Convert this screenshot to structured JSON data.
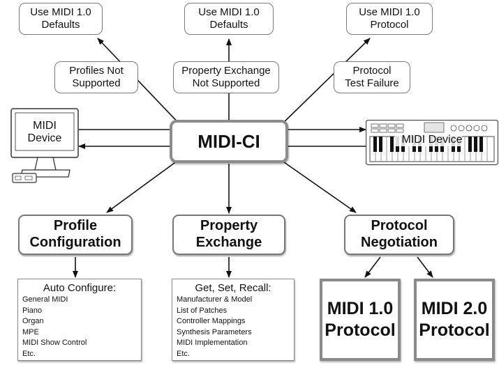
{
  "top_boxes": [
    {
      "text": "Use MIDI 1.0\nDefaults"
    },
    {
      "text": "Use MIDI 1.0\nDefaults"
    },
    {
      "text": "Use MIDI 1.0\nProtocol"
    }
  ],
  "condition_boxes": [
    {
      "text": "Profiles Not\nSupported"
    },
    {
      "text": "Property Exchange\nNot Supported"
    },
    {
      "text": "Protocol\nTest Failure"
    }
  ],
  "center": {
    "text": "MIDI-CI"
  },
  "left_device": {
    "text": "MIDI\nDevice",
    "icon": "computer-icon"
  },
  "right_device": {
    "text": "MIDI Device",
    "icon": "keyboard-icon"
  },
  "middle_boxes": [
    {
      "text": "Profile\nConfiguration"
    },
    {
      "text": "Property\nExchange"
    },
    {
      "text": "Protocol\nNegotiation"
    }
  ],
  "profile_list": {
    "title": "Auto Configure:",
    "items": [
      "General MIDI",
      "Piano",
      "Organ",
      "MPE",
      "MIDI Show Control",
      "Etc."
    ]
  },
  "property_list": {
    "title": "Get, Set, Recall:",
    "items": [
      "Manufacturer & Model",
      "List of Patches",
      "Controller Mappings",
      "Synthesis Parameters",
      "MIDI Implementation",
      "Etc."
    ]
  },
  "protocols": [
    {
      "text": "MIDI 1.0\nProtocol"
    },
    {
      "text": "MIDI 2.0\nProtocol"
    }
  ]
}
